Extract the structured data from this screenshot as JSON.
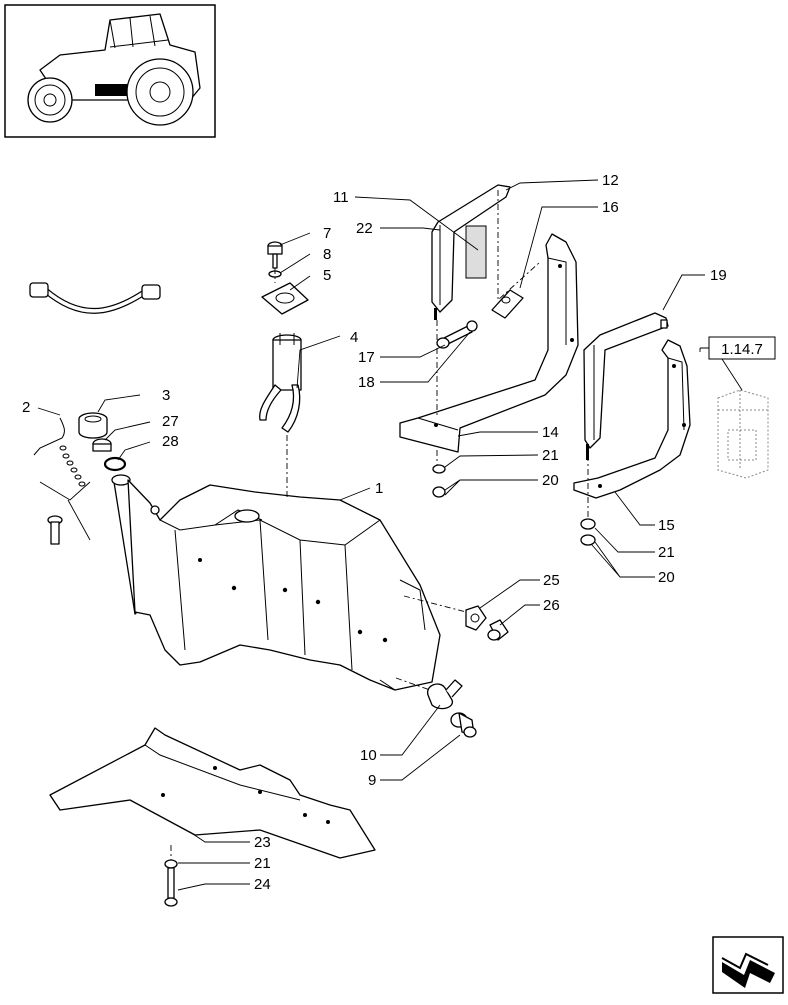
{
  "callouts": {
    "c1": "1",
    "c2": "2",
    "c3": "3",
    "c4": "4",
    "c5": "5",
    "c7": "7",
    "c8": "8",
    "c9": "9",
    "c10": "10",
    "c11": "11",
    "c12": "12",
    "c14": "14",
    "c15": "15",
    "c16": "16",
    "c17": "17",
    "c18": "18",
    "c19": "19",
    "c20a": "20",
    "c20b": "20",
    "c21a": "21",
    "c21b": "21",
    "c21c": "21",
    "c22": "22",
    "c23": "23",
    "c24": "24",
    "c25": "25",
    "c26": "26",
    "c27": "27",
    "c28": "28"
  },
  "reference": {
    "label": "1.14.7"
  },
  "icons": {
    "thumbnail": "tractor-thumbnail-icon",
    "nav": "next-page-arrow-icon"
  }
}
